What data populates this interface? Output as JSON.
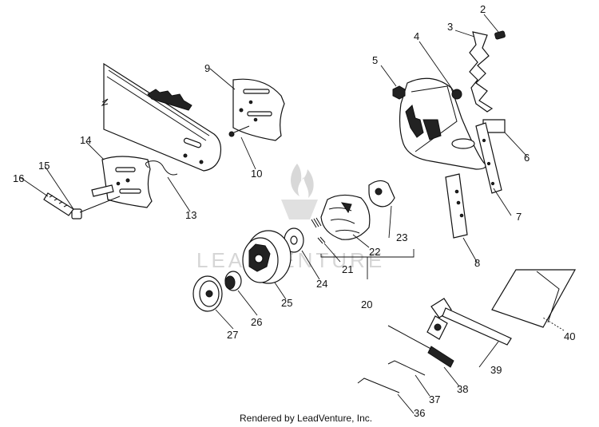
{
  "diagram": {
    "callouts": [
      "2",
      "3",
      "4",
      "5",
      "6",
      "7",
      "8",
      "9",
      "10",
      "13",
      "14",
      "15",
      "16",
      "20",
      "21",
      "22",
      "23",
      "24",
      "25",
      "26",
      "27",
      "36",
      "37",
      "38",
      "39",
      "40"
    ],
    "watermark_text": "LEADVENTURE",
    "credit": "Rendered by LeadVenture, Inc."
  }
}
